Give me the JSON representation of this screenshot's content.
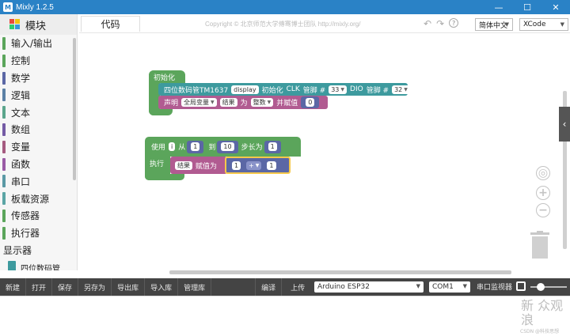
{
  "window": {
    "title": "Mixly 1.2.5",
    "app_icon_letter": "M"
  },
  "sidebar": {
    "header": "模块",
    "items": [
      {
        "label": "输入/输出",
        "color": "#5ba55b"
      },
      {
        "label": "控制",
        "color": "#5ba55b"
      },
      {
        "label": "数学",
        "color": "#5b67a5"
      },
      {
        "label": "逻辑",
        "color": "#5b80a5"
      },
      {
        "label": "文本",
        "color": "#5ba58c"
      },
      {
        "label": "数组",
        "color": "#745ba5"
      },
      {
        "label": "变量",
        "color": "#a55b80"
      },
      {
        "label": "函数",
        "color": "#995ba5"
      },
      {
        "label": "串口",
        "color": "#5b99a5"
      },
      {
        "label": "板载资源",
        "color": "#5ba5a5"
      },
      {
        "label": "传感器",
        "color": "#5ba55b"
      },
      {
        "label": "执行器",
        "color": "#5ba55b"
      },
      {
        "label": "显示器",
        "color": "#333333"
      },
      {
        "label": "四位数码管",
        "color": "#3d9a9e"
      }
    ]
  },
  "tabs": {
    "code_label": "代码"
  },
  "header": {
    "copyright": "Copyright © 北京师范大学傅骞博士团队 http://mixly.org/",
    "language": "简体中文",
    "editor": "XCode"
  },
  "blocks": {
    "init_hat": "初始化",
    "tm1637_prefix": "四位数码管TM1637",
    "tm1637_name": "display",
    "tm1637_init": "初始化",
    "clk_label": "CLK",
    "pin_label": "管脚 #",
    "clk_pin": "33",
    "dio_label": "DIO",
    "pin_label2": "管脚 #",
    "dio_pin": "32",
    "declare_label": "声明",
    "declare_scope": "全局变量",
    "declare_var": "结果",
    "declare_as": "为",
    "declare_type": "整数",
    "declare_assign": "并赋值",
    "declare_value": "0",
    "for_use": "使用",
    "for_var": "i",
    "for_from": "从",
    "for_start": "1",
    "for_to": "到",
    "for_end": "10",
    "for_step_label": "步长为",
    "for_step": "1",
    "for_do": "执行",
    "set_var": "结果",
    "set_to": "赋值为",
    "op_left": "1",
    "op": "+",
    "op_right": "1"
  },
  "toolbar": {
    "buttons": [
      "新建",
      "打开",
      "保存",
      "另存为",
      "导出库",
      "导入库",
      "管理库"
    ],
    "compile": "编译",
    "upload": "上传",
    "board": "Arduino ESP32",
    "port": "COM1",
    "serial_monitor": "串口监视器"
  },
  "watermark": {
    "line1": "新 众观",
    "line2": "浪",
    "credit": "CSDN @科技思想"
  }
}
